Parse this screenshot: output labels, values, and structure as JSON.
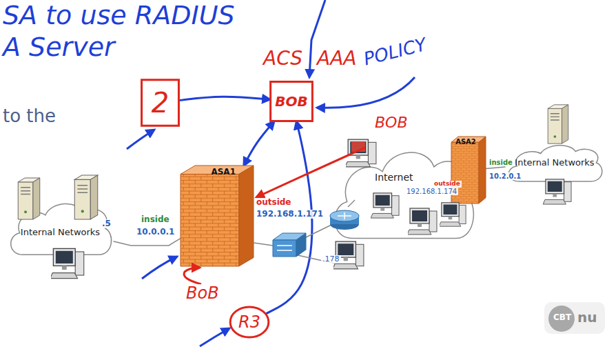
{
  "diagram": {
    "nodes": [
      {
        "text": [
          "BOB"
        ]
      },
      {
        "text": [
          "2"
        ]
      },
      {
        "text": [
          "ASA1"
        ]
      },
      {
        "text": [
          "R3"
        ]
      },
      {
        "text": [
          "Internal Networks"
        ]
      },
      {
        "text": [
          "Internet"
        ]
      },
      {
        "text": [
          "ASA2"
        ]
      },
      {
        "text": [
          "Internal Networks"
        ]
      }
    ],
    "edges": [
      {
        "from": 1,
        "to": 0,
        "arrow": "to"
      },
      {
        "from": 2,
        "to": 0,
        "arrow": "both"
      },
      {
        "from": 3,
        "to": 0,
        "arrow": "to"
      },
      {
        "from": 4,
        "to": 2,
        "arrow": "none"
      },
      {
        "from": 6,
        "to": 7,
        "arrow": "none"
      }
    ],
    "labels": [
      "SA to use RADIUS",
      "A Server",
      "to the",
      "ACS",
      "AAA",
      "POLICY",
      "BOB",
      "outside",
      "192.168.1.171",
      "inside",
      "10.0.0.1",
      ".5",
      "outside",
      "192.168.1.174",
      "inside",
      "10.2.0.1",
      ".178",
      "BoB",
      "CBT",
      "nu"
    ]
  }
}
